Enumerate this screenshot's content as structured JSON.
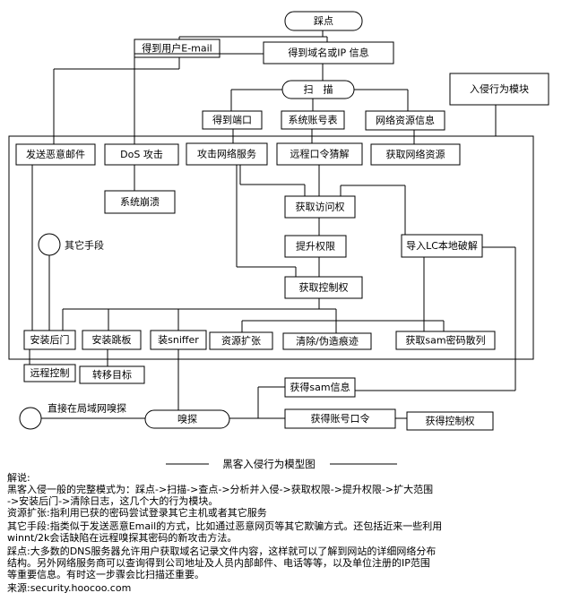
{
  "diagram": {
    "title": "黑客入侵行为模型图",
    "nodes": {
      "start": "踩点",
      "get_email": "得到用户E-mail",
      "get_domain": "得到域名或IP 信息",
      "scan": "扫　描",
      "module": "入侵行为模块",
      "get_port": "得到端口",
      "sys_account": "系统账号表",
      "net_res_info": "网络资源信息",
      "send_mail": "发送恶意邮件",
      "dos": "DoS 攻击",
      "attack_service": "攻击网络服务",
      "remote_guess": "远程口令猜解",
      "get_net_res": "获取网络资源",
      "sys_crash": "系统崩溃",
      "get_access": "获取访问权",
      "other_means": "其它手段",
      "escalate": "提升权限",
      "import_crack": "导入LC本地破解",
      "get_control": "获取控制权",
      "backdoor": "安装后门",
      "springboard": "安装跳板",
      "sniffer": "装sniffer",
      "expand": "资源扩张",
      "clear_trace": "清除/伪造痕迹",
      "get_sam_hash": "获取sam密码散列",
      "remote_ctrl": "远程控制",
      "transfer": "转移目标",
      "get_sam_info": "获得sam信息",
      "lan_sniff": "直接在局域网嗅探",
      "sniff": "嗅探",
      "get_account_pw": "获得账号口令",
      "get_control2": "获得控制权"
    }
  },
  "notes": {
    "heading": "解说:",
    "line1": "黑客入侵一般的完整模式为：踩点->扫描->查点->分析并入侵->获取权限->提升权限->扩大范围",
    "line2": "->安装后门->清除日志，这几个大的行为模块。",
    "line3": "资源扩张:指利用已获的密码尝试登录其它主机或者其它服务",
    "line4": "其它手段:指类似于发送恶意Email的方式，比如通过恶意网页等其它欺骗方式。还包括近来一些利用",
    "line5": "winnt/2k会话缺陷在远程嗅探其密码的新攻击方法。",
    "line6": "踩点:大多数的DNS服务器允许用户获取域名记录文件内容，这样就可以了解到网站的详细网络分布",
    "line7": "结构。另外网络服务商可以查询得到公司地址及人员内部邮件、电话等等，以及单位注册的IP范围",
    "line8": "等重要信息。有时这一步骤会比扫描还重要。",
    "source": "来源:security.hoocoo.com"
  }
}
